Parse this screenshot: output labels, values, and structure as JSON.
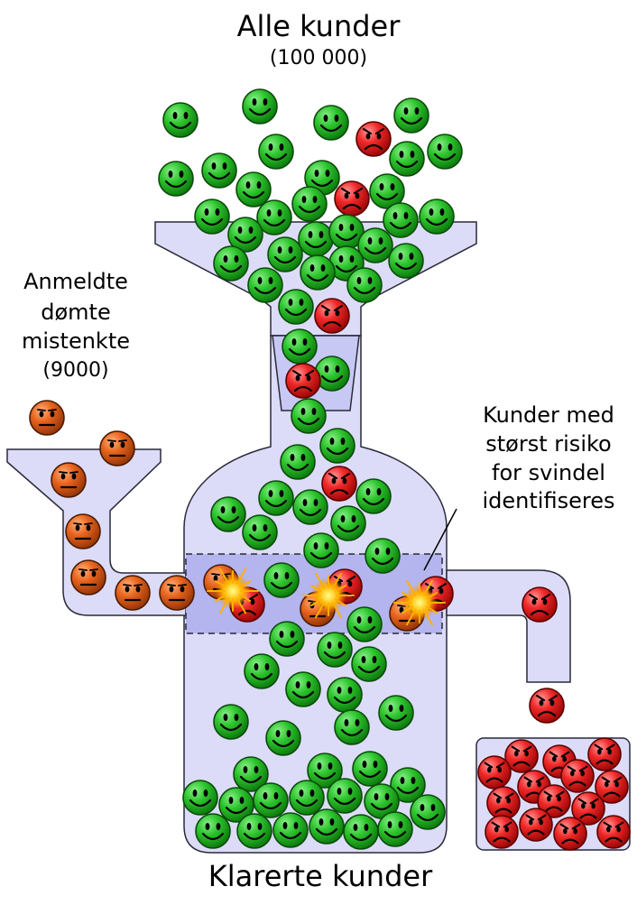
{
  "labels": {
    "title": "Alle kunder",
    "title_count": "(100 000)",
    "left_lines": [
      "Anmeldte",
      "dømte",
      "mistenkte"
    ],
    "left_count": "(9000)",
    "right_lines": [
      "Kunder med",
      "størst risiko",
      "for svindel",
      "identifiseres"
    ],
    "bottom": "Klarerte kunder"
  },
  "colors": {
    "container_fill": "#dcdcf8",
    "container_stroke": "#2a2a3a",
    "scanner_fill": "#b4b4ee",
    "green_face": "#22bb22",
    "red_face": "#ee2222",
    "orange_face": "#e2601e",
    "spark": "#ffbb00"
  },
  "icons": [
    "happy-face-icon",
    "angry-face-icon",
    "neutral-face-icon",
    "spark-icon"
  ]
}
